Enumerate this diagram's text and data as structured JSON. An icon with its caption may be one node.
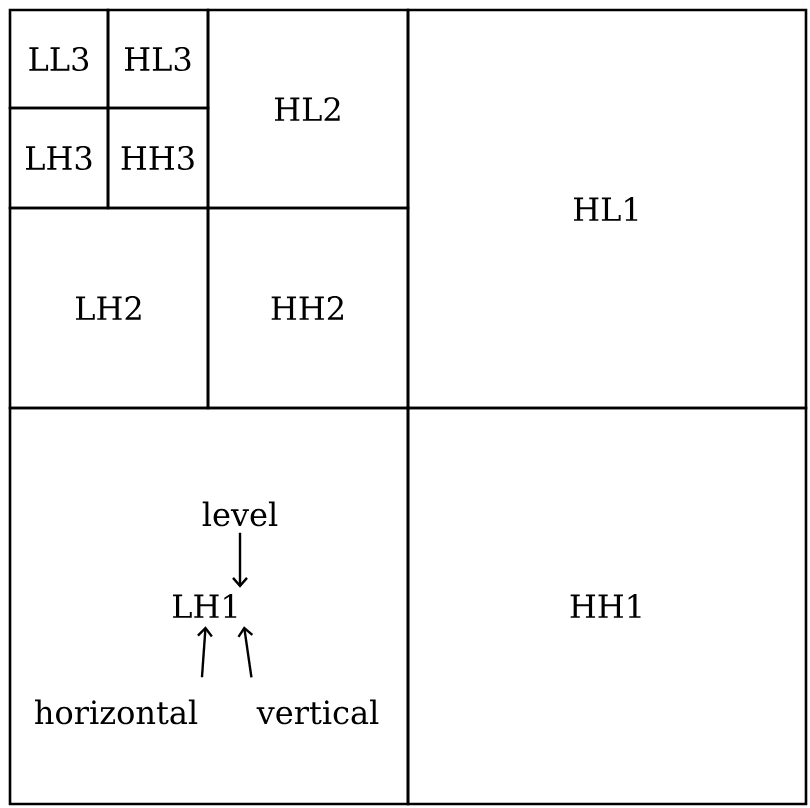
{
  "diagram": {
    "nodes": [
      {
        "text": [
          "LL3"
        ]
      },
      {
        "text": [
          "HL3"
        ]
      },
      {
        "text": [
          "LH3"
        ]
      },
      {
        "text": [
          "HH3"
        ]
      },
      {
        "text": [
          "HL2"
        ]
      },
      {
        "text": [
          "LH2"
        ]
      },
      {
        "text": [
          "HH2"
        ]
      },
      {
        "text": [
          "HL1"
        ]
      },
      {
        "text": [],
        "shape": "box"
      },
      {
        "text": [
          "level"
        ],
        "in": 8
      },
      {
        "text": [
          "LH1"
        ],
        "in": 8
      },
      {
        "text": [
          "horizontal"
        ],
        "in": 8
      },
      {
        "text": [
          "vertical"
        ],
        "in": 8
      },
      {
        "text": [
          "HH1"
        ]
      }
    ],
    "edges": [
      {
        "from": 9,
        "to": 10,
        "arrow": "to"
      },
      {
        "from": 11,
        "to": 10,
        "arrow": "to"
      },
      {
        "from": 12,
        "to": 10,
        "arrow": "to"
      }
    ]
  }
}
